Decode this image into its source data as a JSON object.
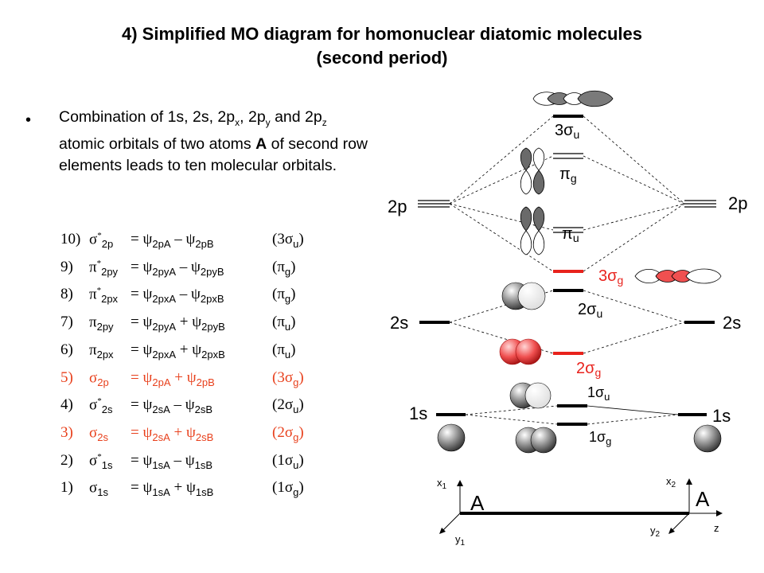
{
  "title": {
    "line1": "4) Simplified MO diagram for homonuclear diatomic molecules",
    "line2": "(second period)"
  },
  "intro": {
    "t1": "Combination of 1s, 2s, 2p",
    "t2": ", 2p",
    "t3": " and 2p",
    "t4": " atomic orbitals of two atoms ",
    "atom": "A",
    "t5": " of second row elements leads to ten molecular orbitals.",
    "sub_x": "x",
    "sub_y": "y",
    "sub_z": "z"
  },
  "equations": [
    {
      "num": "10)",
      "lhs": "σ",
      "lhs_sup": "*",
      "lhs_sub": "2p",
      "t1": " = ψ",
      "s1": "2pA",
      "op": " – ψ",
      "s2": "2pB",
      "sym": "(3σ",
      "sym_sub": "u",
      "close": ")",
      "red": false
    },
    {
      "num": "9)",
      "lhs": "π",
      "lhs_sup": "*",
      "lhs_sub": "2py",
      "t1": " = ψ",
      "s1": "2pyA",
      "op": " – ψ",
      "s2": "2pyB",
      "sym": "(π",
      "sym_sub": "g",
      "close": ")",
      "red": false
    },
    {
      "num": "8)",
      "lhs": "π",
      "lhs_sup": "*",
      "lhs_sub": "2px",
      "t1": " = ψ",
      "s1": "2pxA",
      "op": " – ψ",
      "s2": "2pxB",
      "sym": "(π",
      "sym_sub": "g",
      "close": ")",
      "red": false
    },
    {
      "num": "7)",
      "lhs": "π",
      "lhs_sup": "",
      "lhs_sub": "2py",
      "t1": " = ψ",
      "s1": "2pyA",
      "op": " + ψ",
      "s2": "2pyB",
      "sym": "(π",
      "sym_sub": "u",
      "close": ")",
      "red": false
    },
    {
      "num": "6)",
      "lhs": "π",
      "lhs_sup": "",
      "lhs_sub": "2px",
      "t1": " = ψ",
      "s1": "2pxA",
      "op": " + ψ",
      "s2": "2pxB",
      "sym": "(π",
      "sym_sub": "u",
      "close": ")",
      "red": false
    },
    {
      "num": "5)",
      "lhs": "σ",
      "lhs_sup": "",
      "lhs_sub": "2p",
      "t1": " = ψ",
      "s1": "2pA",
      "op": " + ψ",
      "s2": "2pB",
      "sym": "(3σ",
      "sym_sub": "g",
      "close": ")",
      "red": true
    },
    {
      "num": "4)",
      "lhs": "σ",
      "lhs_sup": "*",
      "lhs_sub": "2s",
      "t1": " = ψ",
      "s1": "2sA",
      "op": " – ψ",
      "s2": "2sB",
      "sym": "(2σ",
      "sym_sub": "u",
      "close": ")",
      "red": false
    },
    {
      "num": "3)",
      "lhs": "σ",
      "lhs_sup": "",
      "lhs_sub": "2s",
      "t1": " = ψ",
      "s1": "2sA",
      "op": " + ψ",
      "s2": "2sB",
      "sym": "(2σ",
      "sym_sub": "g",
      "close": ")",
      "red": true
    },
    {
      "num": "2)",
      "lhs": "σ",
      "lhs_sup": "*",
      "lhs_sub": "1s",
      "t1": " = ψ",
      "s1": "1sA",
      "op": " – ψ",
      "s2": "1sB",
      "sym": "(1σ",
      "sym_sub": "u",
      "close": ")",
      "red": false
    },
    {
      "num": "1)",
      "lhs": "σ",
      "lhs_sup": "",
      "lhs_sub": "1s",
      "t1": " = ψ",
      "s1": "1sA",
      "op": " + ψ",
      "s2": "1sB",
      "sym": "(1σ",
      "sym_sub": "g",
      "close": ")",
      "red": false
    }
  ],
  "diagram": {
    "atomic_levels": {
      "p2_left": "2p",
      "p2_right": "2p",
      "s2_left": "2s",
      "s2_right": "2s",
      "s1_left": "1s",
      "s1_right": "1s"
    },
    "mo_labels": {
      "sigma3u": {
        "pre": "3σ",
        "sub": "u"
      },
      "pig": {
        "pre": "π",
        "sub": "g"
      },
      "piu": {
        "pre": "π",
        "sub": "u"
      },
      "sigma3g": {
        "pre": "3σ",
        "sub": "g"
      },
      "sigma2u": {
        "pre": "2σ",
        "sub": "u"
      },
      "sigma2g": {
        "pre": "2σ",
        "sub": "g"
      },
      "sigma1u": {
        "pre": "1σ",
        "sub": "u"
      },
      "sigma1g": {
        "pre": "1σ",
        "sub": "g"
      }
    },
    "axes": {
      "atom_a": "A",
      "atom_b": "A",
      "x1": "x",
      "x1_sub": "1",
      "y1": "y",
      "y1_sub": "1",
      "x2": "x",
      "x2_sub": "2",
      "y2": "y",
      "y2_sub": "2",
      "z": "z"
    },
    "colors": {
      "bonding_highlight": "#e8221c",
      "level": "#000000",
      "lobe_dark": "#5a5a5a"
    }
  }
}
